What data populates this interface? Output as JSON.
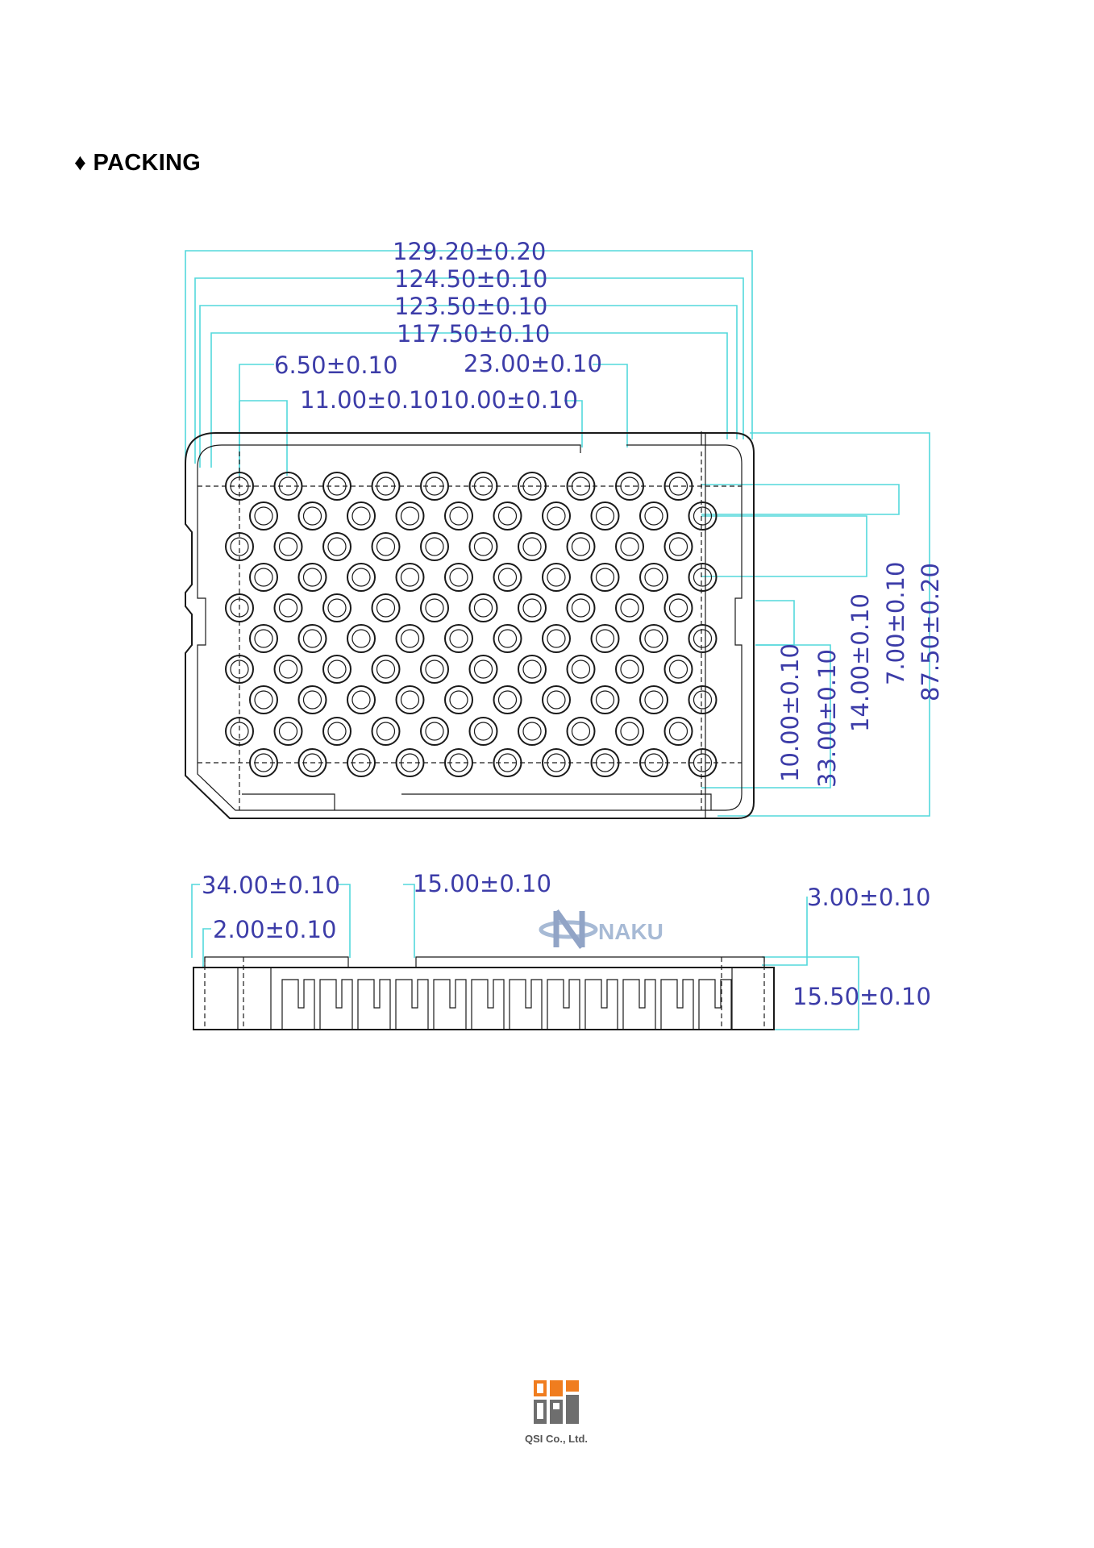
{
  "heading": {
    "bullet": "♦",
    "title": "PACKING"
  },
  "top_view": {
    "dims": {
      "d_129_20": "129.20±0.20",
      "d_124_50": "124.50±0.10",
      "d_123_50": "123.50±0.10",
      "d_117_50": "117.50±0.10",
      "d_6_50": "6.50±0.10",
      "d_23_00": "23.00±0.10",
      "d_11_00": "11.00±0.10",
      "d_10_00a": "10.00±0.10",
      "d_87_50": "87.50±0.20",
      "d_7_00": "7.00±0.10",
      "d_14_00": "14.00±0.10",
      "d_33_00": "33.00±0.10",
      "d_10_00b": "10.00±0.10"
    }
  },
  "side_view": {
    "dims": {
      "d_34_00": "34.00±0.10",
      "d_15_00": "15.00±0.10",
      "d_2_00": "2.00±0.10",
      "d_3_00": "3.00±0.10",
      "d_15_50": "15.50±0.10"
    }
  },
  "watermark": {
    "text": "NAKU"
  },
  "footer": {
    "logo_text": "QSI",
    "company": "QSI Co., Ltd."
  },
  "colors": {
    "dimension_text": "#3c3ca8",
    "dimension_line": "#53d8dc",
    "logo_orange": "#f07d1f",
    "logo_grey": "#6e6e6e"
  }
}
